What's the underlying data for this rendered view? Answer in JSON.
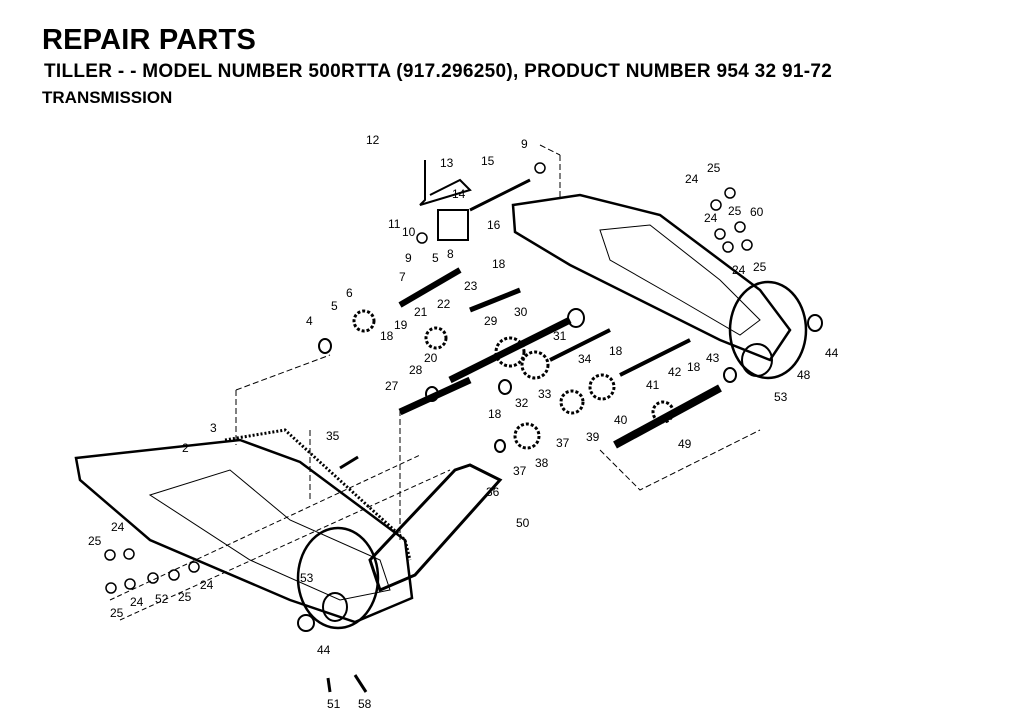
{
  "header": {
    "title": "REPAIR PARTS",
    "subtitle": " TILLER - - MODEL NUMBER 500RTTA (917.296250), PRODUCT NUMBER 954 32 91-72",
    "section": "TRANSMISSION"
  },
  "callouts": [
    {
      "id": "c12",
      "text": "12"
    },
    {
      "id": "c13",
      "text": "13"
    },
    {
      "id": "c15",
      "text": "15"
    },
    {
      "id": "c9a",
      "text": "9"
    },
    {
      "id": "c14",
      "text": "14"
    },
    {
      "id": "c11",
      "text": "11"
    },
    {
      "id": "c10",
      "text": "10"
    },
    {
      "id": "c16",
      "text": "16"
    },
    {
      "id": "c9b",
      "text": "9"
    },
    {
      "id": "c5a",
      "text": "5"
    },
    {
      "id": "c8",
      "text": "8"
    },
    {
      "id": "c7",
      "text": "7"
    },
    {
      "id": "c18a",
      "text": "18"
    },
    {
      "id": "c23",
      "text": "23"
    },
    {
      "id": "c5b",
      "text": "5"
    },
    {
      "id": "c6",
      "text": "6"
    },
    {
      "id": "c4",
      "text": "4"
    },
    {
      "id": "c21",
      "text": "21"
    },
    {
      "id": "c22",
      "text": "22"
    },
    {
      "id": "c29",
      "text": "29"
    },
    {
      "id": "c30",
      "text": "30"
    },
    {
      "id": "c19",
      "text": "19"
    },
    {
      "id": "c18b",
      "text": "18"
    },
    {
      "id": "c20",
      "text": "20"
    },
    {
      "id": "c31",
      "text": "31"
    },
    {
      "id": "c18c",
      "text": "18"
    },
    {
      "id": "c34",
      "text": "34"
    },
    {
      "id": "c28",
      "text": "28"
    },
    {
      "id": "c27",
      "text": "27"
    },
    {
      "id": "c33",
      "text": "33"
    },
    {
      "id": "c32",
      "text": "32"
    },
    {
      "id": "c18d",
      "text": "18"
    },
    {
      "id": "c40",
      "text": "40"
    },
    {
      "id": "c41",
      "text": "41"
    },
    {
      "id": "c42",
      "text": "42"
    },
    {
      "id": "c18e",
      "text": "18"
    },
    {
      "id": "c43",
      "text": "43"
    },
    {
      "id": "c35",
      "text": "35"
    },
    {
      "id": "c37a",
      "text": "37"
    },
    {
      "id": "c39",
      "text": "39"
    },
    {
      "id": "c38",
      "text": "38"
    },
    {
      "id": "c49",
      "text": "49"
    },
    {
      "id": "c37b",
      "text": "37"
    },
    {
      "id": "c36",
      "text": "36"
    },
    {
      "id": "c2",
      "text": "2"
    },
    {
      "id": "c3",
      "text": "3"
    },
    {
      "id": "c50",
      "text": "50"
    },
    {
      "id": "c53a",
      "text": "53"
    },
    {
      "id": "c44a",
      "text": "44"
    },
    {
      "id": "c48",
      "text": "48"
    },
    {
      "id": "c53b",
      "text": "53"
    },
    {
      "id": "c44b",
      "text": "44"
    },
    {
      "id": "c51",
      "text": "51"
    },
    {
      "id": "c58",
      "text": "58"
    },
    {
      "id": "c24a",
      "text": "24"
    },
    {
      "id": "c25a",
      "text": "25"
    },
    {
      "id": "c25b",
      "text": "25"
    },
    {
      "id": "c24b",
      "text": "24"
    },
    {
      "id": "c52",
      "text": "52"
    },
    {
      "id": "c25c",
      "text": "25"
    },
    {
      "id": "c24c",
      "text": "24"
    },
    {
      "id": "c25d",
      "text": "25"
    },
    {
      "id": "c24d",
      "text": "24"
    },
    {
      "id": "c24e",
      "text": "24"
    },
    {
      "id": "c25e",
      "text": "25"
    },
    {
      "id": "c60",
      "text": "60"
    },
    {
      "id": "c24f",
      "text": "24"
    },
    {
      "id": "c25f",
      "text": "25"
    }
  ]
}
